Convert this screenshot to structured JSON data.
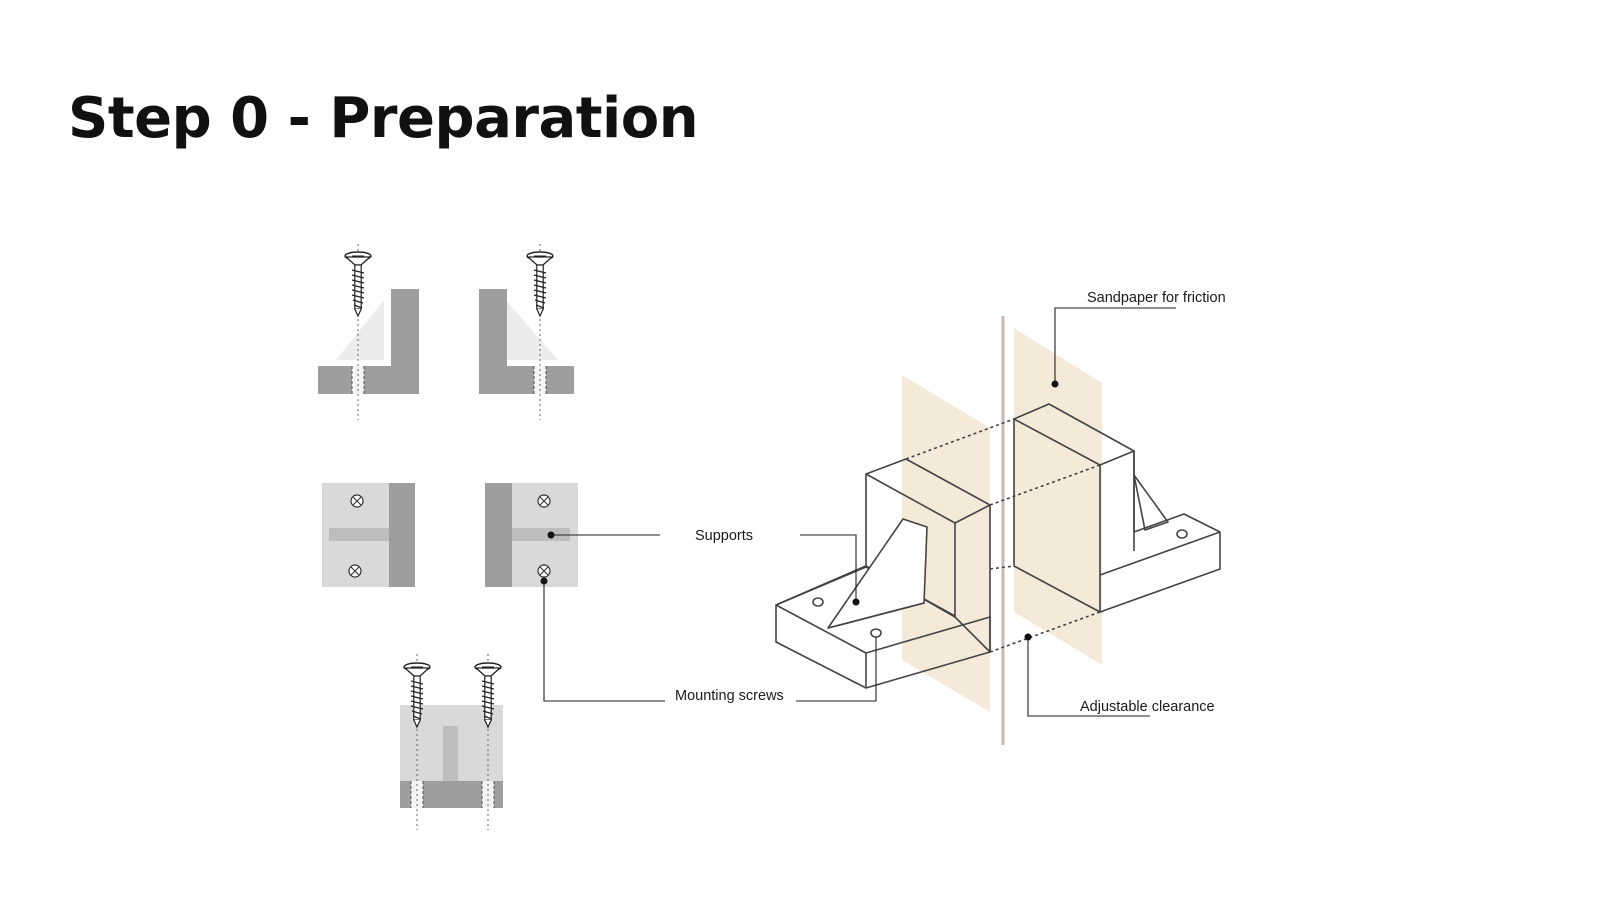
{
  "page": {
    "title": "Step 0 - Preparation"
  },
  "labels": {
    "sandpaper": "Sandpaper for friction",
    "supports": "Supports",
    "mounting_screws": "Mounting screws",
    "adjustable_clearance": "Adjustable clearance"
  },
  "colors": {
    "part_dark": "#9e9e9e",
    "part_light": "#d9d9d9",
    "gusset": "#ececec",
    "sandpaper": "#f5ead9",
    "divider": "#cdb6b9",
    "line": "#333333"
  },
  "icons": {
    "screw": "screw-icon",
    "screw_head_top": "screw-head-x-icon"
  }
}
